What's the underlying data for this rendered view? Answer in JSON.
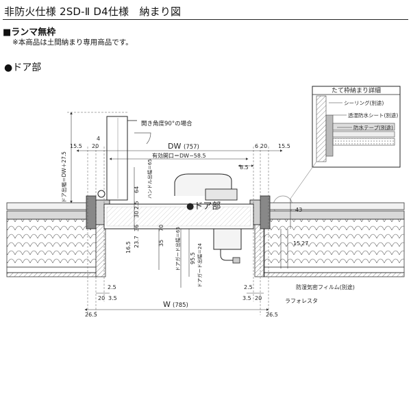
{
  "header": {
    "title": "非防火仕様 2SD-Ⅱ D4仕様　納まり図",
    "section": "■ランマ無枠",
    "note": "※本商品は土間納まり専用商品です。"
  },
  "part_label": "●ドア部",
  "detail": {
    "title": "たて枠納まり詳細",
    "labels": [
      "シーリング(別途)",
      "透湿防水シート(別途)",
      "防水テープ(別途)"
    ]
  },
  "drawing": {
    "opening_note": "開き角度90°の場合",
    "door_callout": "●ドア部",
    "dw_label": "DW",
    "dw_value": "(757)",
    "w_label": "W",
    "w_value": "(785)",
    "effective_opening": "有効開口＝DW−58.5",
    "door_projection": "ドア出幅＝DW＋27.5",
    "handle_projection": "ハンドル出幅＝65",
    "door_guard_top": "ドアガード出幅＝65",
    "door_guard_bottom": "ドアガード出幅＝24",
    "membrane": "防湿気密フィルム(別途)",
    "lath": "ラフォレスタ",
    "dims": {
      "d15_5_left": "15.5",
      "d20_left": "20",
      "d4": "4",
      "d6": "6",
      "d20_right": "20",
      "d15_5_right": "15.5",
      "d8_5": "8.5",
      "d64": "64",
      "d2_5": "2.5",
      "d30": "30",
      "d36": "36",
      "d23_7": "23.7",
      "d70": "70",
      "d16_5": "16.5",
      "d35": "35",
      "d95_5": "95.5",
      "d43": "43",
      "d15": "15",
      "d27": "27",
      "d2_5_bl": "2.5",
      "d20_bl": "20",
      "d3_5_bl": "3.5",
      "d2_5_br": "2.5",
      "d3_5_br": "3.5",
      "d20_br": "20",
      "d26_5_left": "26.5",
      "d26_5_right": "26.5"
    }
  }
}
